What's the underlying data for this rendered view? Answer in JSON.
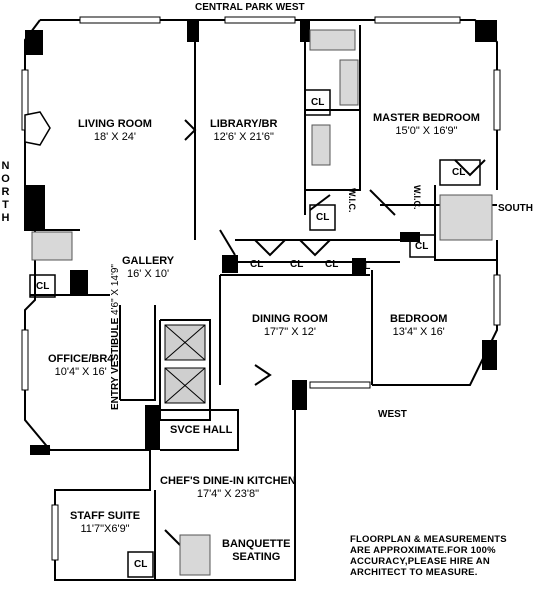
{
  "compass": {
    "top": "CENTRAL PARK WEST",
    "left": "NORTH",
    "right": "SOUTH",
    "bottom": "WEST"
  },
  "rooms": {
    "living": {
      "name": "LIVING ROOM",
      "dim": "18' X 24'"
    },
    "library": {
      "name": "LIBRARY/BR",
      "dim": "12'6' X 21'6\""
    },
    "master": {
      "name": "MASTER BEDROOM",
      "dim": "15'0\" X 16'9\""
    },
    "gallery": {
      "name": "GALLERY",
      "dim": "16' X 10'"
    },
    "dining": {
      "name": "DINING ROOM",
      "dim": "17'7\" X 12'"
    },
    "bedroom": {
      "name": "BEDROOM",
      "dim": "13'4\" X 16'"
    },
    "office": {
      "name": "OFFICE/BR4",
      "dim": "10'4\" X 16'"
    },
    "vestibule": {
      "name": "ENTRY VESTIBULE",
      "dim": "4'6\" X 14'9\""
    },
    "svce_hall": {
      "name": "SVCE HALL"
    },
    "kitchen": {
      "name": "CHEF'S DINE-IN KITCHEN",
      "dim": "17'4\" X 23'8\""
    },
    "staff": {
      "name": "STAFF SUITE",
      "dim": "11'7\"X6'9\""
    },
    "banquette": {
      "name": "BANQUETTE",
      "name2": "SEATING"
    }
  },
  "closet_label": "CL",
  "wic_label": "W.I.C.",
  "note": {
    "line1": "FLOORPLAN & MEASUREMENTS",
    "line2": "ARE APPROXIMATE.FOR 100%",
    "line3": "ACCURACY,PLEASE HIRE AN",
    "line4": "ARCHITECT TO MEASURE."
  }
}
